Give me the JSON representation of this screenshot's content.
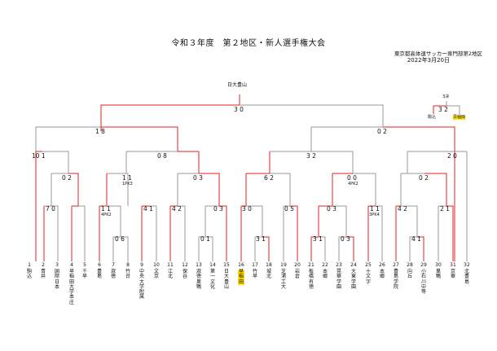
{
  "header": {
    "title": "令和３年度　第２地区・新人選手権大会",
    "organizer": "東京都高体連サッカー専門部第2地区",
    "date": "2022年3月20日"
  },
  "winner": "日大豊山",
  "third_place": {
    "label": "3決",
    "score": "3 2",
    "teams": [
      "駒込",
      "早稲田"
    ]
  },
  "scores": {
    "final": "3 0",
    "semi_left": "1 8",
    "semi_right": "0 2",
    "qf1": "10 1",
    "qf2": "0 8",
    "qf3": "3 2",
    "qf4": "2 0",
    "r16_1": "0 2",
    "r16_2": "1 1",
    "r16_2_note": "1PK3",
    "r16_3": "0 3",
    "r16_4": "6 2",
    "r16_5": "0 0",
    "r16_5_note": "4PK2",
    "r16_6": "0 2",
    "r2_a": "7 0",
    "r2_b": "1 1",
    "r2_b_note": "4PK2",
    "r2_c": "4 1",
    "r2_d": "4 2",
    "r2_e": "0 3",
    "r2_f": "3 0",
    "r2_g": "0 5",
    "r2_h": "0 3",
    "r2_i": "1 1",
    "r2_i_note": "3PK4",
    "r2_j": "4 2",
    "r2_k": "2 1",
    "r1_a": "0 6",
    "r1_b": "0 1",
    "r1_c": "3 1",
    "r1_d": "3 1",
    "r1_e": "0 3",
    "r1_f": "4 1"
  },
  "teams": [
    {
      "no": "1",
      "name": "駒込"
    },
    {
      "no": "2",
      "name": "青井"
    },
    {
      "no": "3",
      "name": "国際日本"
    },
    {
      "no": "4",
      "name": "早稲田大学本庄"
    },
    {
      "no": "5",
      "name": "千早"
    },
    {
      "no": "6",
      "name": "豊島"
    },
    {
      "no": "7",
      "name": "淑徳"
    },
    {
      "no": "8",
      "name": "竹台"
    },
    {
      "no": "9",
      "name": "中央大学附属"
    },
    {
      "no": "10",
      "name": "文京"
    },
    {
      "no": "11",
      "name": "江北"
    },
    {
      "no": "12",
      "name": "保谷"
    },
    {
      "no": "13",
      "name": "淑徳巣鴨"
    },
    {
      "no": "14",
      "name": "第一文化"
    },
    {
      "no": "15",
      "name": "日大豊山"
    },
    {
      "no": "16",
      "name": "早稲田"
    },
    {
      "no": "17",
      "name": "竹早"
    },
    {
      "no": "18",
      "name": "城北"
    },
    {
      "no": "19",
      "name": "芝浦工大"
    },
    {
      "no": "20",
      "name": "岩倉"
    },
    {
      "no": "21",
      "name": "板橋有徳"
    },
    {
      "no": "22",
      "name": "本郷"
    },
    {
      "no": "23",
      "name": "晃華学園"
    },
    {
      "no": "24",
      "name": "大東学園"
    },
    {
      "no": "25",
      "name": "十文字"
    },
    {
      "no": "26",
      "name": "本郷"
    },
    {
      "no": "27",
      "name": "豊島学院"
    },
    {
      "no": "28",
      "name": "向丘"
    },
    {
      "no": "29",
      "name": "小石川中等"
    },
    {
      "no": "30",
      "name": "巣鴨"
    },
    {
      "no": "31",
      "name": "京華"
    },
    {
      "no": "32",
      "name": "北豊島"
    }
  ]
}
